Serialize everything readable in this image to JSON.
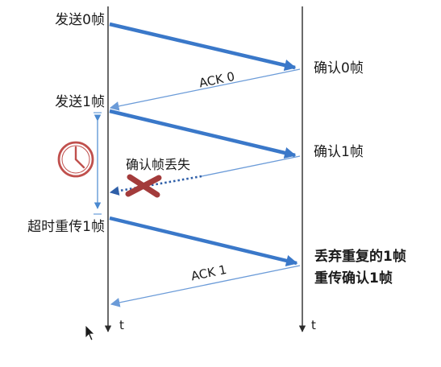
{
  "colors": {
    "background": "#ffffff",
    "timeline": "#2b2b2b",
    "data_frame_arrow": "#3a78c9",
    "ack_arrow": "#6b9bd8",
    "lost_ack": "#2f5fa8",
    "cross": "#a33b3b",
    "clock": "#c0504d",
    "timer_bracket": "#4a89d0",
    "text": "#1a1a1a"
  },
  "labels": {
    "send_frame_0": "发送0帧",
    "send_frame_1": "发送1帧",
    "timeout_resend": "超时重传1帧",
    "confirm_frame_0": "确认0帧",
    "confirm_frame_1": "确认1帧",
    "discard_duplicate": "丢弃重复的1帧",
    "resend_ack": "重传确认1帧",
    "ack_0": "ACK 0",
    "ack_1": "ACK 1",
    "ack_lost": "确认帧丢失",
    "time_left": "t",
    "time_right": "t"
  },
  "icons": {
    "timer": "clock-icon",
    "lost": "x-cross-icon",
    "cursor": "mouse-pointer-icon"
  }
}
